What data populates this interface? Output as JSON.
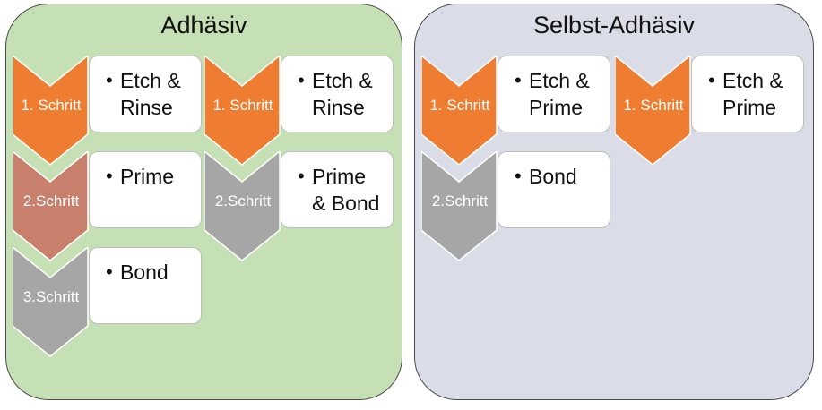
{
  "colors": {
    "orange": "#ef7d31",
    "rose": "#c8806d",
    "gray": "#a6a6a6",
    "panel_left_bg": "#c5e0b4",
    "panel_right_bg": "#dadde8"
  },
  "panels": [
    {
      "title": "Adhäsiv",
      "columns": [
        [
          {
            "step": "1. Schritt",
            "text": "Etch &\nRinse",
            "color": "orange"
          },
          {
            "step": "2.Schritt",
            "text": "Prime",
            "color": "rose"
          },
          {
            "step": "3.Schritt",
            "text": "Bond",
            "color": "gray"
          }
        ],
        [
          {
            "step": "1. Schritt",
            "text": "Etch &\nRinse",
            "color": "orange"
          },
          {
            "step": "2.Schritt",
            "text": "Prime\n& Bond",
            "color": "gray"
          }
        ]
      ]
    },
    {
      "title": "Selbst-Adhäsiv",
      "columns": [
        [
          {
            "step": "1. Schritt",
            "text": "Etch &\nPrime",
            "color": "orange"
          },
          {
            "step": "2.Schritt",
            "text": "Bond",
            "color": "gray"
          }
        ],
        [
          {
            "step": "1. Schritt",
            "text": "Etch &\nPrime",
            "color": "orange"
          }
        ]
      ]
    }
  ],
  "bullet_glyph": "•"
}
